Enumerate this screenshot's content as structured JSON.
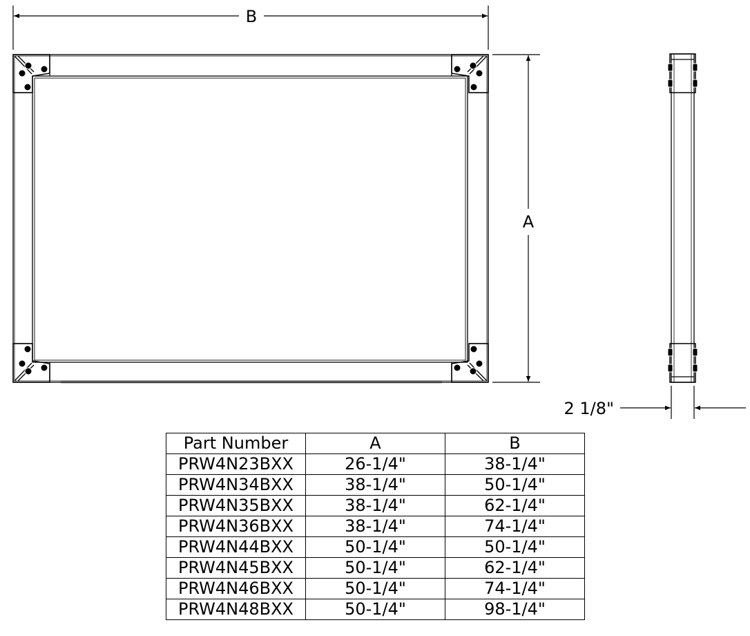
{
  "dimensions": {
    "width_label": "B",
    "height_label": "A",
    "depth_label": "2 1/8\""
  },
  "table": {
    "headers": [
      "Part Number",
      "A",
      "B"
    ],
    "rows": [
      [
        "PRW4N23BXX",
        "26-1/4\"",
        "38-1/4\""
      ],
      [
        "PRW4N34BXX",
        "38-1/4\"",
        "50-1/4\""
      ],
      [
        "PRW4N35BXX",
        "38-1/4\"",
        "62-1/4\""
      ],
      [
        "PRW4N36BXX",
        "38-1/4\"",
        "74-1/4\""
      ],
      [
        "PRW4N44BXX",
        "50-1/4\"",
        "50-1/4\""
      ],
      [
        "PRW4N45BXX",
        "50-1/4\"",
        "62-1/4\""
      ],
      [
        "PRW4N46BXX",
        "50-1/4\"",
        "74-1/4\""
      ],
      [
        "PRW4N48BXX",
        "50-1/4\"",
        "98-1/4\""
      ]
    ]
  }
}
